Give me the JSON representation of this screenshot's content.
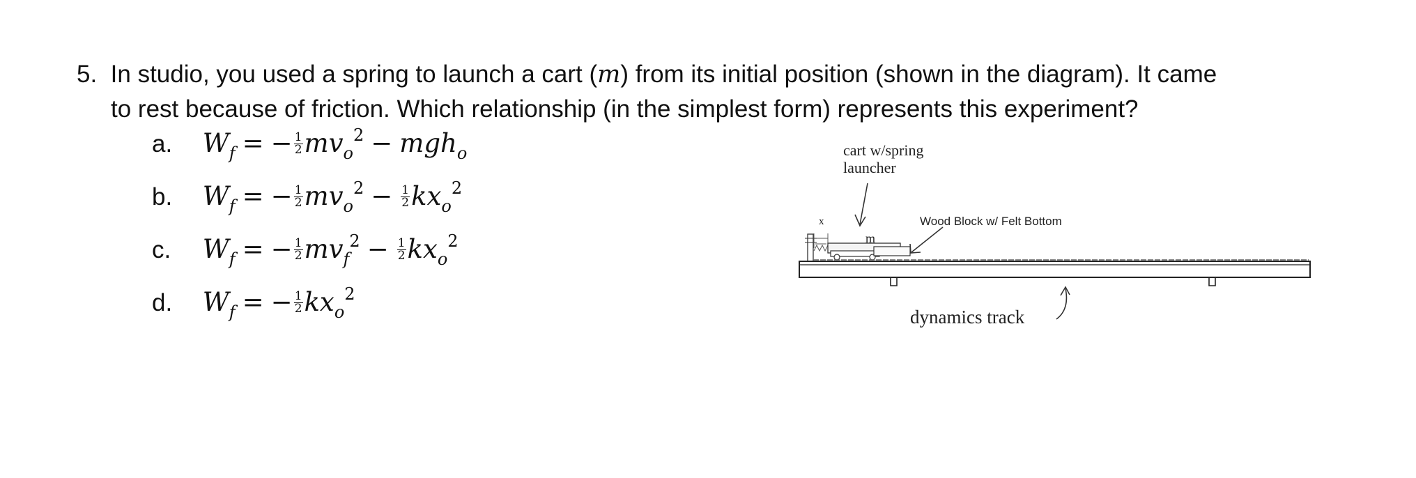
{
  "question": {
    "number": "5.",
    "line1": "In studio, you used a spring to launch a cart (m) from its initial position (shown in the diagram). It came",
    "line2": "to rest because of friction. Which relationship (in the simplest form) represents this experiment?"
  },
  "options": [
    {
      "letter": "a.",
      "equation": "W_f = −½mv_o² − mgh_o"
    },
    {
      "letter": "b.",
      "equation": "W_f = −½mv_o² − ½kx_o²"
    },
    {
      "letter": "c.",
      "equation": "W_f = −½mv_f² − ½kx_o²"
    },
    {
      "letter": "d.",
      "equation": "W_f = −½kx_o²"
    }
  ],
  "diagram": {
    "label_cart": "cart w/spring",
    "label_cart_2": "launcher",
    "label_x": "x",
    "label_m": "m",
    "label_block": "Wood Block w/ Felt Bottom",
    "label_track": "dynamics track"
  }
}
